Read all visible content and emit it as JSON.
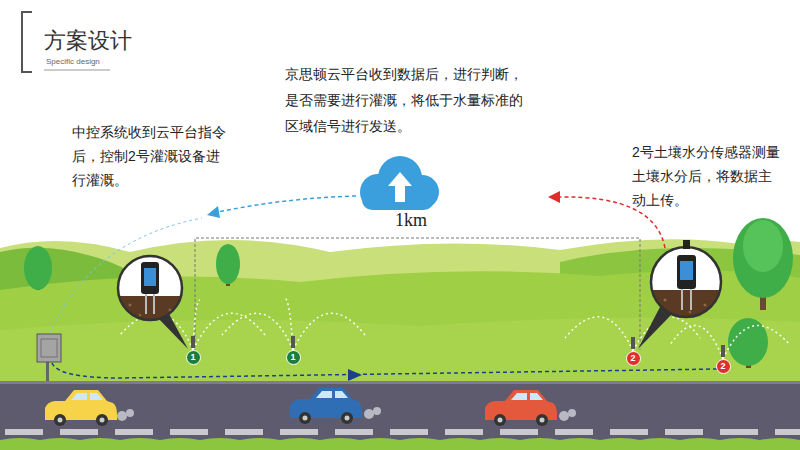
{
  "diagram": {
    "title": "方案设计",
    "nodes": [
      {
        "text": [
          "1"
        ]
      },
      {
        "text": [
          "1"
        ]
      },
      {
        "text": [
          "2"
        ]
      },
      {
        "text": [
          "2"
        ]
      }
    ],
    "labels": [
      "Specific design",
      "京思顿云平台收到数据后，进行判断，是否需要进行灌溉，将低于水量标准的区域信号进行发送。",
      "中控系统收到云平台指令后，控制2号灌溉设备进行灌溉。",
      "2号土壤水分传感器测量土壤水分后，将数据主动上传。",
      "1km"
    ]
  }
}
